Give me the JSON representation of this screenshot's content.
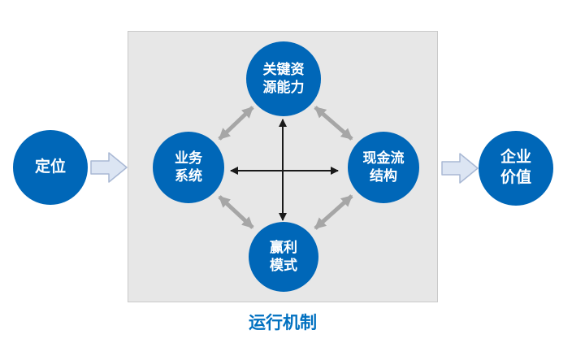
{
  "diagram": {
    "left_node": {
      "label": "定位"
    },
    "right_node": {
      "label": "企业\n价值"
    },
    "box": {
      "caption": "运行机制",
      "nodes": {
        "top": {
          "label": "关键资\n源能力"
        },
        "left": {
          "label": "业务\n系统"
        },
        "right": {
          "label": "现金流\n结构"
        },
        "bottom": {
          "label": "赢利\n模式"
        }
      }
    },
    "colors": {
      "node_blue": "#0067B8",
      "caption_blue": "#0070C0",
      "box_bg": "#E7E7E7",
      "box_border": "#C9C9C9",
      "gray_arrow": "#A6A6A6",
      "black_arrow": "#1A1A1A",
      "flow_fill": "#DCE5F3",
      "flow_stroke": "#A9B8D4"
    }
  }
}
